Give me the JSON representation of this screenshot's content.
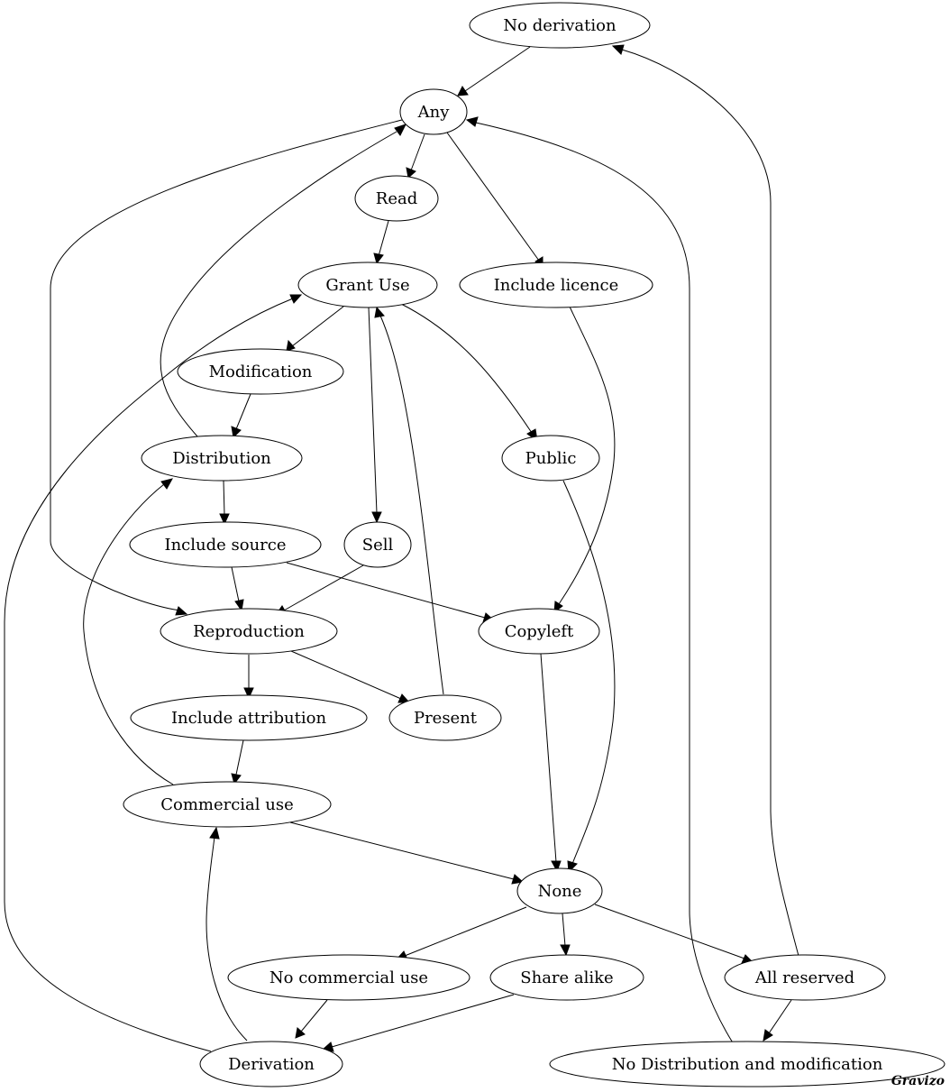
{
  "diagram": {
    "nodes": [
      {
        "id": "no_derivation",
        "label": "No derivation"
      },
      {
        "id": "any",
        "label": "Any"
      },
      {
        "id": "read",
        "label": "Read"
      },
      {
        "id": "grant_use",
        "label": "Grant Use"
      },
      {
        "id": "include_licence",
        "label": "Include licence"
      },
      {
        "id": "modification",
        "label": "Modification"
      },
      {
        "id": "distribution",
        "label": "Distribution"
      },
      {
        "id": "public",
        "label": "Public"
      },
      {
        "id": "include_source",
        "label": "Include source"
      },
      {
        "id": "sell",
        "label": "Sell"
      },
      {
        "id": "reproduction",
        "label": "Reproduction"
      },
      {
        "id": "copyleft",
        "label": "Copyleft"
      },
      {
        "id": "include_attribution",
        "label": "Include attribution"
      },
      {
        "id": "present",
        "label": "Present"
      },
      {
        "id": "commercial_use",
        "label": "Commercial use"
      },
      {
        "id": "none",
        "label": "None"
      },
      {
        "id": "no_commercial_use",
        "label": "No commercial use"
      },
      {
        "id": "share_alike",
        "label": "Share alike"
      },
      {
        "id": "all_reserved",
        "label": "All reserved"
      },
      {
        "id": "derivation",
        "label": "Derivation"
      },
      {
        "id": "no_distribution_and_modification",
        "label": "No Distribution and modification"
      }
    ],
    "edges": [
      {
        "from": "no_derivation",
        "to": "any"
      },
      {
        "from": "any",
        "to": "read"
      },
      {
        "from": "any",
        "to": "include_licence"
      },
      {
        "from": "any",
        "to": "reproduction"
      },
      {
        "from": "read",
        "to": "grant_use"
      },
      {
        "from": "grant_use",
        "to": "modification"
      },
      {
        "from": "grant_use",
        "to": "sell"
      },
      {
        "from": "grant_use",
        "to": "public"
      },
      {
        "from": "modification",
        "to": "distribution"
      },
      {
        "from": "distribution",
        "to": "any"
      },
      {
        "from": "distribution",
        "to": "include_source"
      },
      {
        "from": "include_licence",
        "to": "copyleft"
      },
      {
        "from": "include_source",
        "to": "reproduction"
      },
      {
        "from": "include_source",
        "to": "copyleft"
      },
      {
        "from": "sell",
        "to": "reproduction"
      },
      {
        "from": "public",
        "to": "none"
      },
      {
        "from": "reproduction",
        "to": "include_attribution"
      },
      {
        "from": "reproduction",
        "to": "present"
      },
      {
        "from": "present",
        "to": "grant_use"
      },
      {
        "from": "copyleft",
        "to": "none"
      },
      {
        "from": "include_attribution",
        "to": "commercial_use"
      },
      {
        "from": "commercial_use",
        "to": "distribution"
      },
      {
        "from": "commercial_use",
        "to": "none"
      },
      {
        "from": "none",
        "to": "no_commercial_use"
      },
      {
        "from": "none",
        "to": "share_alike"
      },
      {
        "from": "none",
        "to": "all_reserved"
      },
      {
        "from": "no_commercial_use",
        "to": "derivation"
      },
      {
        "from": "share_alike",
        "to": "derivation"
      },
      {
        "from": "derivation",
        "to": "commercial_use"
      },
      {
        "from": "derivation",
        "to": "grant_use"
      },
      {
        "from": "all_reserved",
        "to": "no_distribution_and_modification"
      },
      {
        "from": "all_reserved",
        "to": "no_derivation"
      },
      {
        "from": "no_distribution_and_modification",
        "to": "any"
      }
    ]
  },
  "watermark": "Gravizo"
}
